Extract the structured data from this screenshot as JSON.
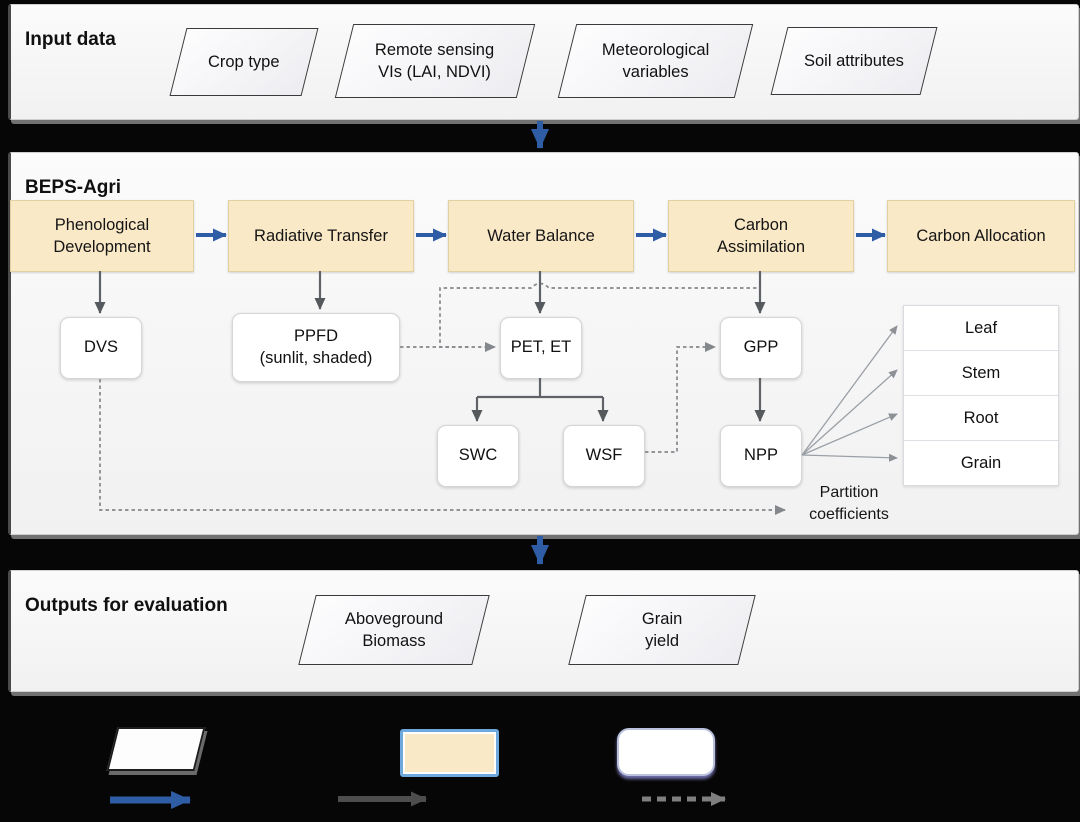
{
  "colors": {
    "panel_fill": "#f4f4f4",
    "module_fill": "#fae9c7",
    "module_border": "#e0d0a2",
    "flow_blue": "#2e5da6",
    "connector_gray": "#5f6368",
    "dashed_gray": "#8a8f94"
  },
  "input_panel": {
    "title": "Input data",
    "items": [
      {
        "label": "Crop type"
      },
      {
        "label": "Remote sensing\nVIs (LAI, NDVI)"
      },
      {
        "label": "Meteorological\nvariables"
      },
      {
        "label": "Soil attributes"
      }
    ]
  },
  "beps_panel": {
    "title": "BEPS-Agri",
    "modules": [
      {
        "label": "Phenological\nDevelopment"
      },
      {
        "label": "Radiative Transfer"
      },
      {
        "label": "Water Balance"
      },
      {
        "label": "Carbon\nAssimilation"
      },
      {
        "label": "Carbon Allocation"
      }
    ],
    "variables": [
      {
        "label": "DVS"
      },
      {
        "label": "PPFD\n(sunlit, shaded)"
      },
      {
        "label": "PET, ET"
      },
      {
        "label": "GPP"
      },
      {
        "label": "SWC"
      },
      {
        "label": "WSF"
      },
      {
        "label": "NPP"
      }
    ],
    "organs": [
      {
        "label": "Leaf"
      },
      {
        "label": "Stem"
      },
      {
        "label": "Root"
      },
      {
        "label": "Grain"
      }
    ],
    "annotation": "Partition\ncoefficients"
  },
  "output_panel": {
    "title": "Outputs for evaluation",
    "items": [
      {
        "label": "Aboveground\nBiomass"
      },
      {
        "label": "Grain\nyield"
      }
    ]
  },
  "legend": {
    "symbols": [
      {
        "icon": "parallelogram-data-icon"
      },
      {
        "icon": "module-box-icon"
      },
      {
        "icon": "variable-box-icon"
      },
      {
        "icon": "blue-flow-arrow-icon"
      },
      {
        "icon": "gray-solid-arrow-icon"
      },
      {
        "icon": "gray-dashed-arrow-icon"
      }
    ]
  }
}
